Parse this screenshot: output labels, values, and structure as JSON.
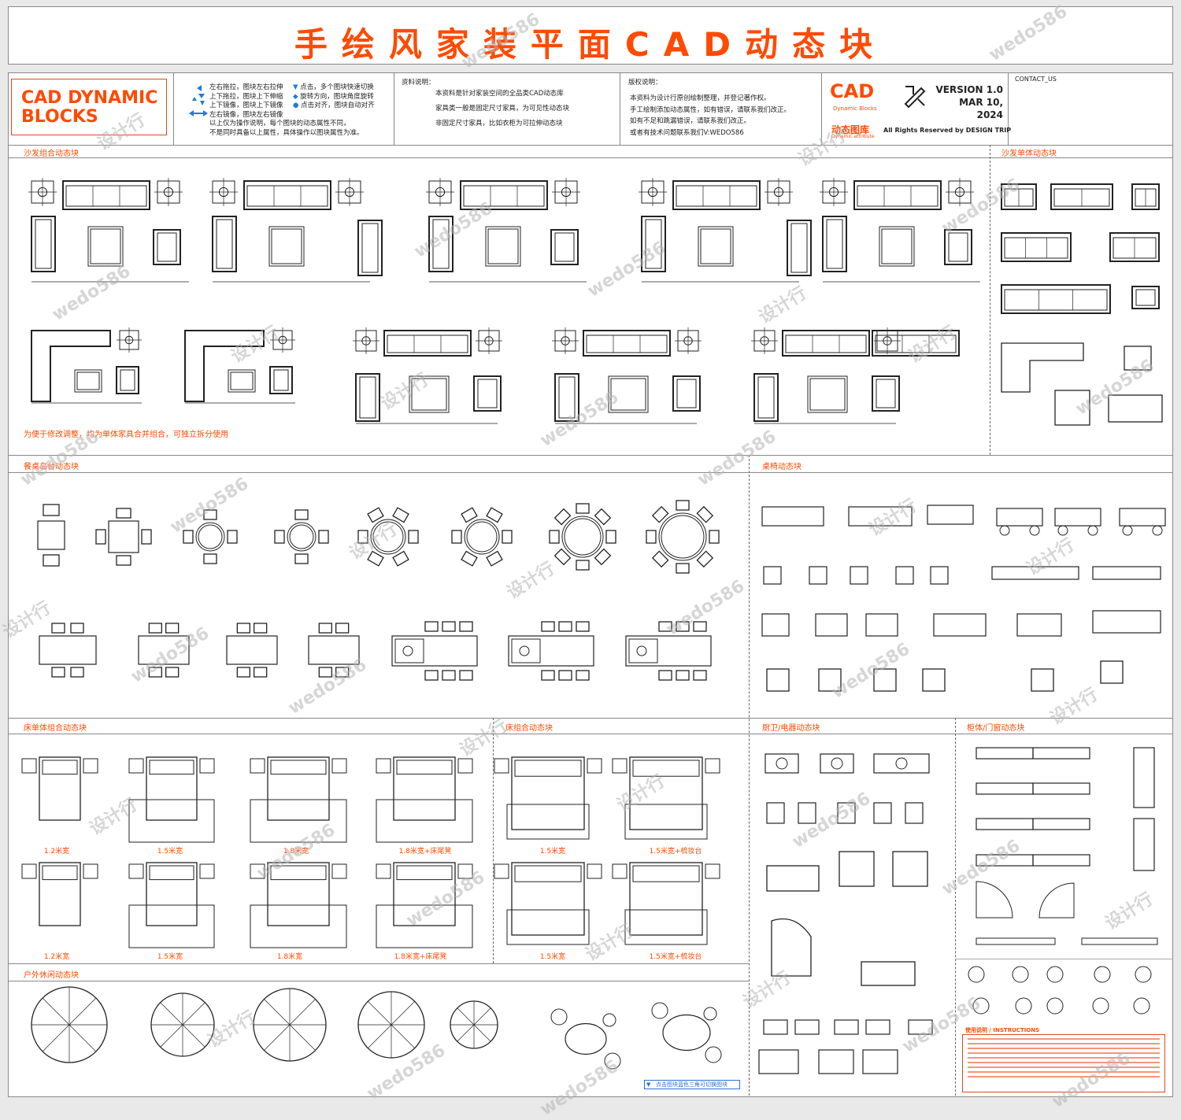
{
  "title": "手绘风家装平面CAD动态块",
  "badge": {
    "line1": "CAD  DYNAMIC",
    "line2": "BLOCKS"
  },
  "operations": {
    "left": [
      "左右拖拉，图块左右拉伸",
      "上下拖拉，图块上下伸缩",
      "上下镜像，图块上下镜像",
      "左右镜像，图块左右镜像"
    ],
    "right": [
      "点击，多个图块快速切换",
      "旋转方向，图块角度旋转",
      "点击对齐，图块自动对齐"
    ],
    "footer1": "以上仅为操作说明，每个图块的动态属性不同，",
    "footer2": "不是同时具备以上属性，具体操作以图块属性为准。"
  },
  "material": {
    "label": "资料说明：",
    "lines": [
      "本资料是针对家装空间的全品类CAD动态库",
      "家具类一般是固定尺寸家具，为可见性动态块",
      "非固定尺寸家具，比如衣柜为可拉伸动态块"
    ]
  },
  "copyright": {
    "label": "版权说明：",
    "lines": [
      "本资料为设计行原创绘制整理，并登记著作权。",
      "手工绘制添加动态属性，如有错误，请联系我们改正。",
      "如有不足和跳漏错误，请联系我们改正。",
      "或者有技术问题联系我们V:WEDO586"
    ]
  },
  "logo": {
    "cad": "CAD",
    "cad_sub": "Dynamic  Blocks",
    "lib": "动态图库",
    "lib_sub": "Dynamic attribute",
    "version": "VERSION 1.0",
    "date": "MAR 10, 2024",
    "rights": "All Rights Reserved by DESIGN TRIP"
  },
  "contact": "CONTACT_US",
  "sections": {
    "sofa_group": "沙发组合动态块",
    "sofa_single": "沙发单体动态块",
    "dining": "餐桌岛台动态块",
    "desk_chair": "桌椅动态块",
    "bed_single": "床单体组合动态块",
    "bed_group": "床组合动态块",
    "kitchen": "厨卫/电器动态块",
    "cabinet": "柜体/门窗动态块",
    "outdoor": "户外休闲动态块"
  },
  "sofa_note": "为便于修改调整，均为单体家具合并组合，可独立拆分使用",
  "bed_captions_row1": [
    "1.2米宽",
    "1.5米宽",
    "1.8米宽",
    "1.8米宽+床尾凳"
  ],
  "bed_captions_row2": [
    "1.2米宽",
    "1.5米宽",
    "1.8米宽",
    "1.8米宽+床尾凳"
  ],
  "bedgroup_captions_row1": [
    "1.5米宽",
    "1.5米宽+梳妆台"
  ],
  "bedgroup_captions_row2": [
    "1.5米宽",
    "1.5米宽+梳妆台"
  ],
  "instructions_title": "使用说明 / INSTRUCTIONS",
  "outdoor_hint": "点击图块蓝色三角可切换图块",
  "watermarks": [
    "wedo586",
    "设计行"
  ],
  "colors": {
    "accent": "#ff4a00",
    "line": "#222222",
    "blue": "#1e7be0"
  }
}
